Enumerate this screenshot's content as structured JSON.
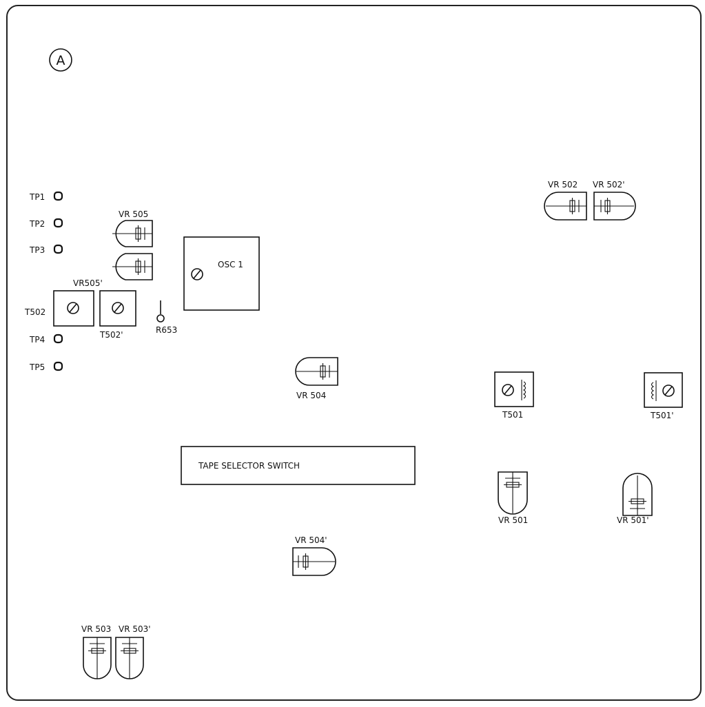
{
  "board_mark": "A",
  "test_points": [
    "TP1",
    "TP2",
    "TP3",
    "TP4",
    "TP5"
  ],
  "labels": {
    "vr502": "VR 502",
    "vr502p": "VR 502'",
    "vr505": "VR 505",
    "vr505p": "VR505'",
    "osc1": "OSC 1",
    "t502": "T502",
    "t502p": "T502'",
    "r653": "R653",
    "vr504": "VR 504",
    "t501": "T501",
    "t501p": "T501'",
    "tape_selector": "TAPE SELECTOR SWITCH",
    "vr501": "VR 501",
    "vr501p": "VR 501'",
    "vr504p": "VR 504'",
    "vr503": "VR 503",
    "vr503p": "VR 503'"
  }
}
